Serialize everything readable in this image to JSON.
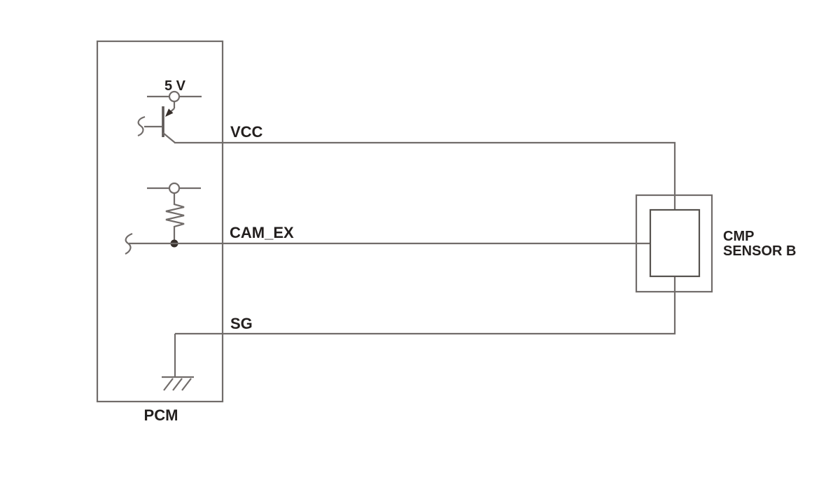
{
  "pcm": {
    "label": "PCM",
    "supply_voltage_label": "5 V"
  },
  "signals": {
    "vcc": "VCC",
    "cam_ex": "CAM_EX",
    "sg": "SG"
  },
  "sensor": {
    "name_line1": "CMP",
    "name_line2": "SENSOR B"
  },
  "components": {
    "transistor": "pnp-transistor",
    "resistor": "pull-up-resistor",
    "ground": "chassis-ground",
    "terminals": "circle-terminal",
    "wire_breaks": "break-squiggle"
  },
  "colors": {
    "wire": "#716c6a",
    "sensor_inner_box": "#56524e",
    "text": "#231f1e",
    "junction_dot": "#362e2a",
    "background": "#ffffff"
  }
}
